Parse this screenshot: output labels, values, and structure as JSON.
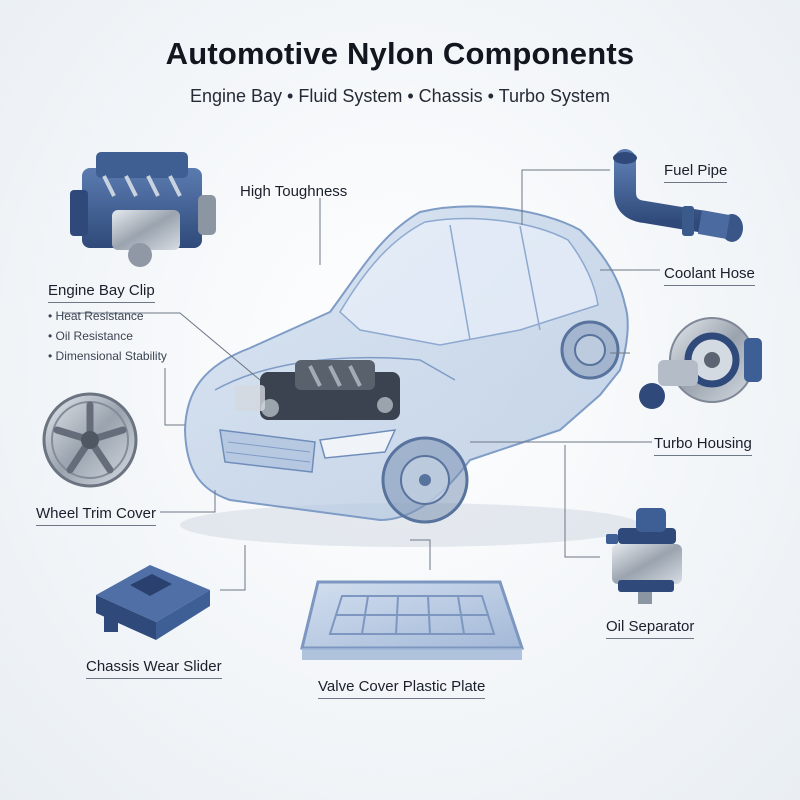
{
  "title": "Automotive Nylon Components",
  "subtitle": "Engine Bay • Fluid System • Chassis • Turbo System",
  "labels": {
    "high_toughness": "High Toughness",
    "engine_bay_clip": "Engine Bay Clip",
    "fuel_pipe": "Fuel Pipe",
    "coolant_hose": "Coolant Hose",
    "turbo_housing": "Turbo Housing",
    "wheel_trim_cover": "Wheel Trim Cover",
    "oil_separator": "Oil Separator",
    "chassis_wear_slider": "Chassis Wear Slider",
    "valve_cover_plastic_plate": "Valve Cover Plastic Plate"
  },
  "engine_bay_clip_properties": [
    "Heat Resistance",
    "Oil Resistance",
    "Dimensional Stability"
  ],
  "colors": {
    "accent_blue": "#3d5f96",
    "part_light": "#a9bad4",
    "car_glass": "#b9cde6",
    "leader": "#6d7786"
  }
}
